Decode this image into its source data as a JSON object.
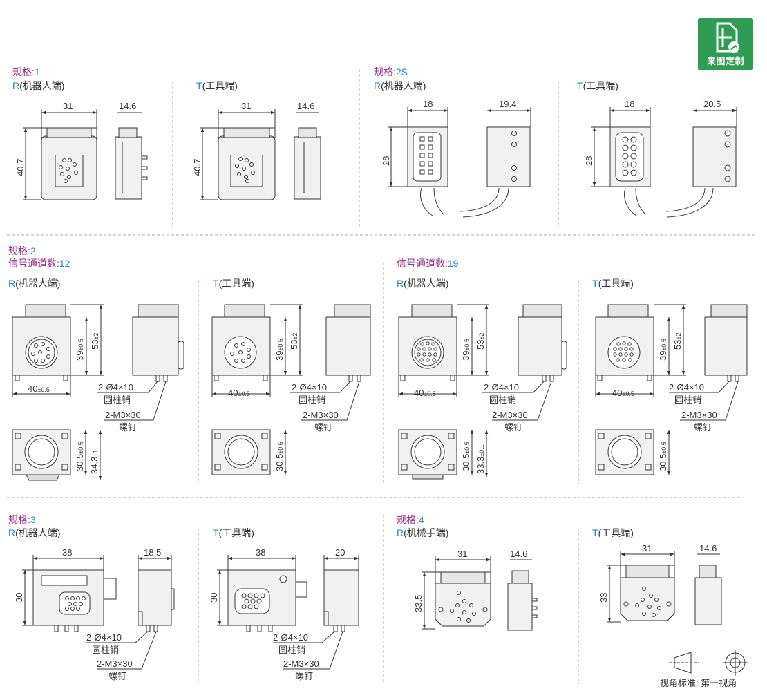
{
  "badge": {
    "label": "来图定制",
    "icon": "custom-drawing-icon",
    "color": "#2e9c53"
  },
  "colors": {
    "spec_label": "#9b2a8c",
    "spec_value": "#1e8ac8",
    "lines": "#333333"
  },
  "sections": {
    "s1": {
      "spec_label": "规格:",
      "spec_value": "1",
      "r": {
        "prefix": "R",
        "label": "(机器人端)",
        "w": "31",
        "d": "14.6",
        "h": "40.7"
      },
      "t": {
        "prefix": "T",
        "label": "(工具端)",
        "w": "31",
        "d": "14.6",
        "h": "40.7"
      }
    },
    "s2s": {
      "spec_label": "规格:",
      "spec_value": "2S",
      "r": {
        "prefix": "R",
        "label": "(机器人端)",
        "w": "18",
        "d": "19.4",
        "h": "28"
      },
      "t": {
        "prefix": "T",
        "label": "(工具端)",
        "w": "18",
        "d": "20.5",
        "h": "28"
      }
    },
    "s2": {
      "spec_label": "规格:",
      "spec_value": "2",
      "ch_label": "信号通道数:",
      "ch12": "12",
      "ch19": "19",
      "r": "R",
      "t": "T",
      "r_label": "(机器人端)",
      "t_label": "(工具端)",
      "d39": "39",
      "tol05": "±0.5",
      "d53": "53",
      "tol2": "±2",
      "d40": "40",
      "d305": "30.5",
      "d343": "34.3",
      "tol1": "±1",
      "d333": "33.3",
      "tol01": "±0.1",
      "pin": "2-Ø4×10",
      "pin_name": "圆柱销",
      "screw": "2-M3×30",
      "screw_name": "螺钉"
    },
    "s3": {
      "spec_label": "规格:",
      "spec_value": "3",
      "r": {
        "prefix": "R",
        "label": "(机器人端)",
        "w": "38",
        "d": "18.5",
        "h": "30"
      },
      "t": {
        "prefix": "T",
        "label": "(工具端)",
        "w": "38",
        "d": "20",
        "h": "30"
      },
      "pin": "2-Ø4×10",
      "pin_name": "圆柱销",
      "screw": "2-M3×30",
      "screw_name": "螺钉"
    },
    "s4": {
      "spec_label": "规格:",
      "spec_value": "4",
      "r": {
        "prefix": "R",
        "label": "(机械手端)",
        "w": "31",
        "d": "14.6",
        "h": "33.5"
      },
      "t": {
        "prefix": "T",
        "label": "(工具端)",
        "w": "31",
        "d": "14.6",
        "h": "33"
      }
    }
  },
  "footer": {
    "note": "视角标准: 第一视角"
  }
}
